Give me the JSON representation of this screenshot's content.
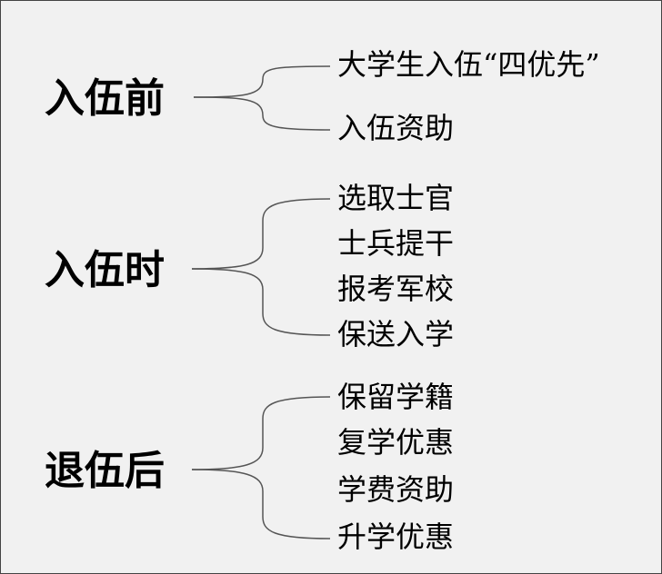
{
  "groups": [
    {
      "label": "入伍前",
      "items": [
        "大学生入伍“四优先”",
        "入伍资助"
      ]
    },
    {
      "label": "入伍时",
      "items": [
        "选取士官",
        "士兵提干",
        "报考军校",
        "保送入学"
      ]
    },
    {
      "label": "退伍后",
      "items": [
        "保留学籍",
        "复学优惠",
        "学费资助",
        "升学优惠"
      ]
    }
  ],
  "colors": {
    "background": "#f1f1f1",
    "border": "#444444",
    "line": "#555555",
    "text": "#000000"
  }
}
